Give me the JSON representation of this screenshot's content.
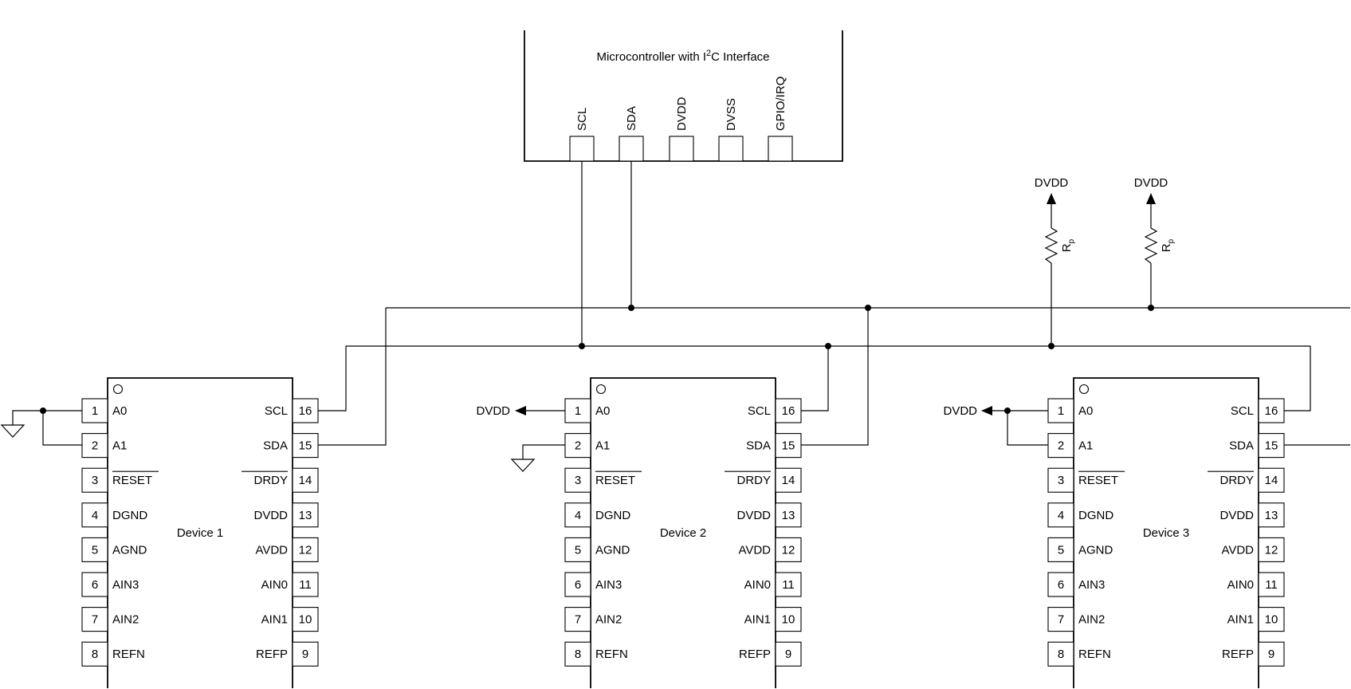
{
  "mcu": {
    "title_prefix": "Microcontroller with I",
    "title_sup": "2",
    "title_suffix": "C Interface",
    "pins": [
      "SCL",
      "SDA",
      "DVDD",
      "DVSS",
      "GPIO/IRQ"
    ]
  },
  "pullups": [
    {
      "supply": "DVDD",
      "resistor": "R",
      "resistor_sub": "p"
    },
    {
      "supply": "DVDD",
      "resistor": "R",
      "resistor_sub": "p"
    }
  ],
  "devices": [
    {
      "name": "Device 1",
      "a0_tie": "GND",
      "a1_tie": "GND",
      "supply_label": ""
    },
    {
      "name": "Device 2",
      "a0_tie": "DVDD",
      "a1_tie": "GND",
      "supply_label": "DVDD"
    },
    {
      "name": "Device 3",
      "a0_tie": "DVDD",
      "a1_tie": "DVDD",
      "supply_label": "DVDD"
    }
  ],
  "left_pins": [
    {
      "num": "1",
      "name": "A0",
      "overline": false
    },
    {
      "num": "2",
      "name": "A1",
      "overline": false
    },
    {
      "num": "3",
      "name": "RESET",
      "overline": true
    },
    {
      "num": "4",
      "name": "DGND",
      "overline": false
    },
    {
      "num": "5",
      "name": "AGND",
      "overline": false
    },
    {
      "num": "6",
      "name": "AIN3",
      "overline": false
    },
    {
      "num": "7",
      "name": "AIN2",
      "overline": false
    },
    {
      "num": "8",
      "name": "REFN",
      "overline": false
    }
  ],
  "right_pins": [
    {
      "num": "16",
      "name": "SCL",
      "overline": false
    },
    {
      "num": "15",
      "name": "SDA",
      "overline": false
    },
    {
      "num": "14",
      "name": "DRDY",
      "overline": true
    },
    {
      "num": "13",
      "name": "DVDD",
      "overline": false
    },
    {
      "num": "12",
      "name": "AVDD",
      "overline": false
    },
    {
      "num": "11",
      "name": "AIN0",
      "overline": false
    },
    {
      "num": "10",
      "name": "AIN1",
      "overline": false
    },
    {
      "num": "9",
      "name": "REFP",
      "overline": false
    }
  ]
}
